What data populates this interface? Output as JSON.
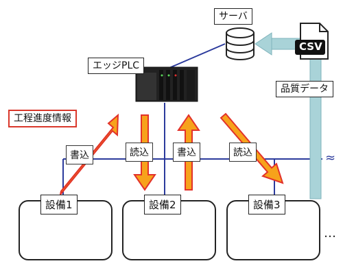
{
  "labels": {
    "server": "サーバ",
    "plc": "エッジPLC",
    "quality": "品質データ",
    "progress": "工程進度情報",
    "csv": "CSV",
    "more": "…",
    "squiggle": "≈"
  },
  "steps": [
    {
      "label": "書込"
    },
    {
      "label": "読込"
    },
    {
      "label": "書込"
    },
    {
      "label": "読込"
    }
  ],
  "equipment": [
    {
      "label": "設備1"
    },
    {
      "label": "設備2"
    },
    {
      "label": "設備3"
    }
  ],
  "colors": {
    "network": "#2b3a9c",
    "arrow_fill": "#f7a21b",
    "arrow_edge": "#e2312a",
    "pipe": "#a9d3d8",
    "pipe_edge": "#7fb3bb"
  }
}
